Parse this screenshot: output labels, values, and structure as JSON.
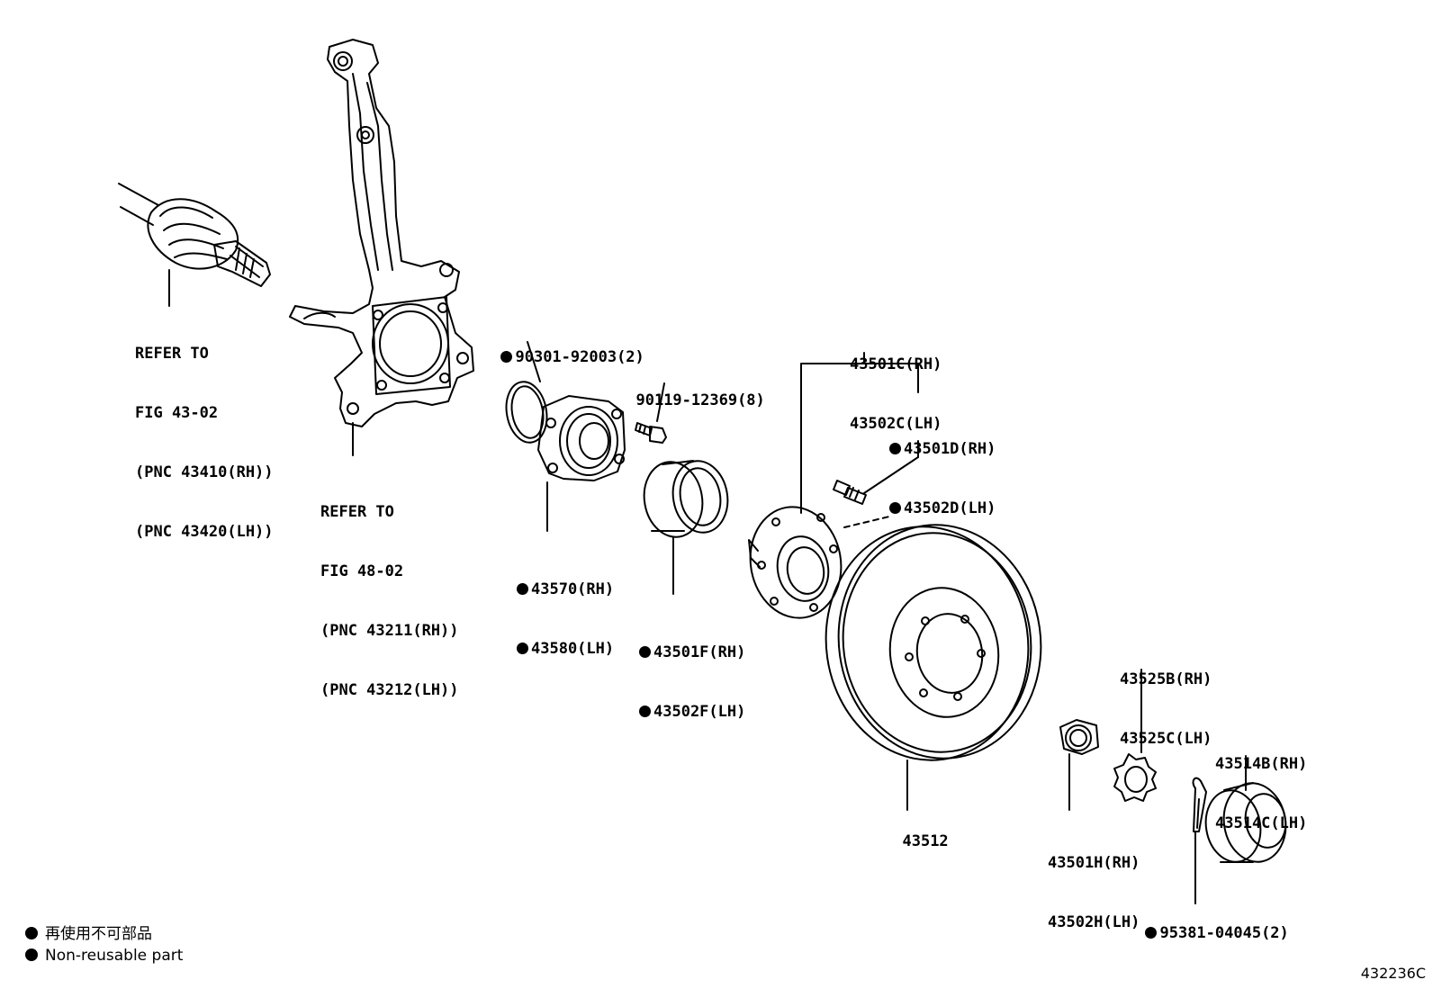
{
  "labels": {
    "drive_shaft_ref": [
      "REFER TO",
      "FIG 43-02",
      "(PNC 43410(RH))",
      "(PNC 43420(LH))"
    ],
    "knuckle_ref": [
      "REFER TO",
      "FIG 48-02",
      "(PNC 43211(RH))",
      "(PNC 43212(LH))"
    ],
    "p_90301": "90301-92003(2)",
    "p_90119": "90119-12369(8)",
    "p_43570": [
      "43570(RH)",
      "43580(LH)"
    ],
    "p_43501f": [
      "43501F(RH)",
      "43502F(LH)"
    ],
    "p_43501c": [
      "43501C(RH)",
      "43502C(LH)"
    ],
    "p_43501d": [
      "43501D(RH)",
      "43502D(LH)"
    ],
    "p_43512": "43512",
    "p_43525": [
      "43525B(RH)",
      "43525C(LH)"
    ],
    "p_43514": [
      "43514B(RH)",
      "43514C(LH)"
    ],
    "p_43501h": [
      "43501H(RH)",
      "43502H(LH)"
    ],
    "p_95381": "95381-04045(2)"
  },
  "legend": {
    "jp": "再使用不可部品",
    "en": "Non-reusable part"
  },
  "figure_id": "432236C"
}
